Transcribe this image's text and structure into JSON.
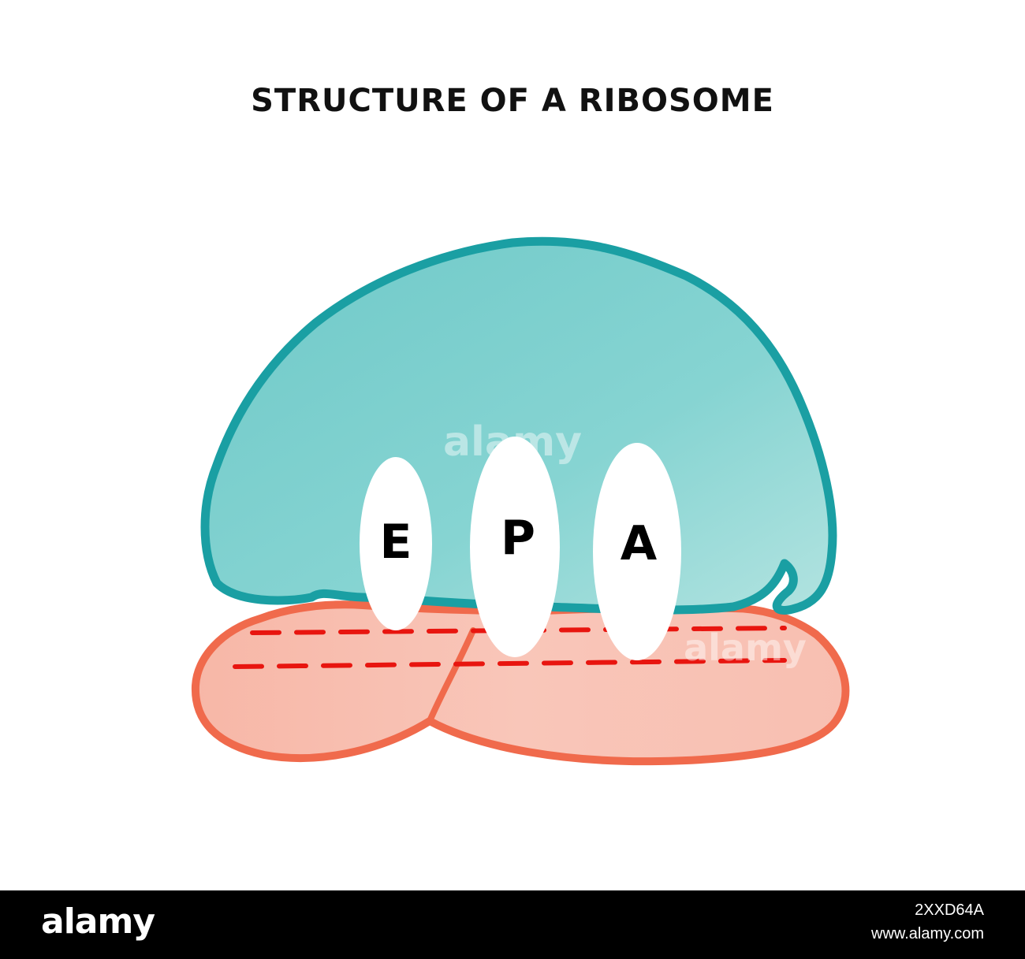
{
  "title": "STRUCTURE OF A RIBOSOME",
  "sites": [
    {
      "letter": "E"
    },
    {
      "letter": "P"
    },
    {
      "letter": "A"
    }
  ],
  "colors": {
    "large_subunit_fill": "#7fd0cf",
    "large_subunit_outline": "#1a9fa3",
    "small_subunit_fill": "#f9c3b6",
    "small_subunit_outline": "#f06a4c",
    "mrna_channel": "#e8150f",
    "site_fill": "#ffffff",
    "footer_bg": "#000000"
  },
  "watermark": {
    "text": "alamy"
  },
  "footer": {
    "logo": "alamy",
    "image_id": "2XXD64A",
    "site": "www.alamy.com"
  }
}
